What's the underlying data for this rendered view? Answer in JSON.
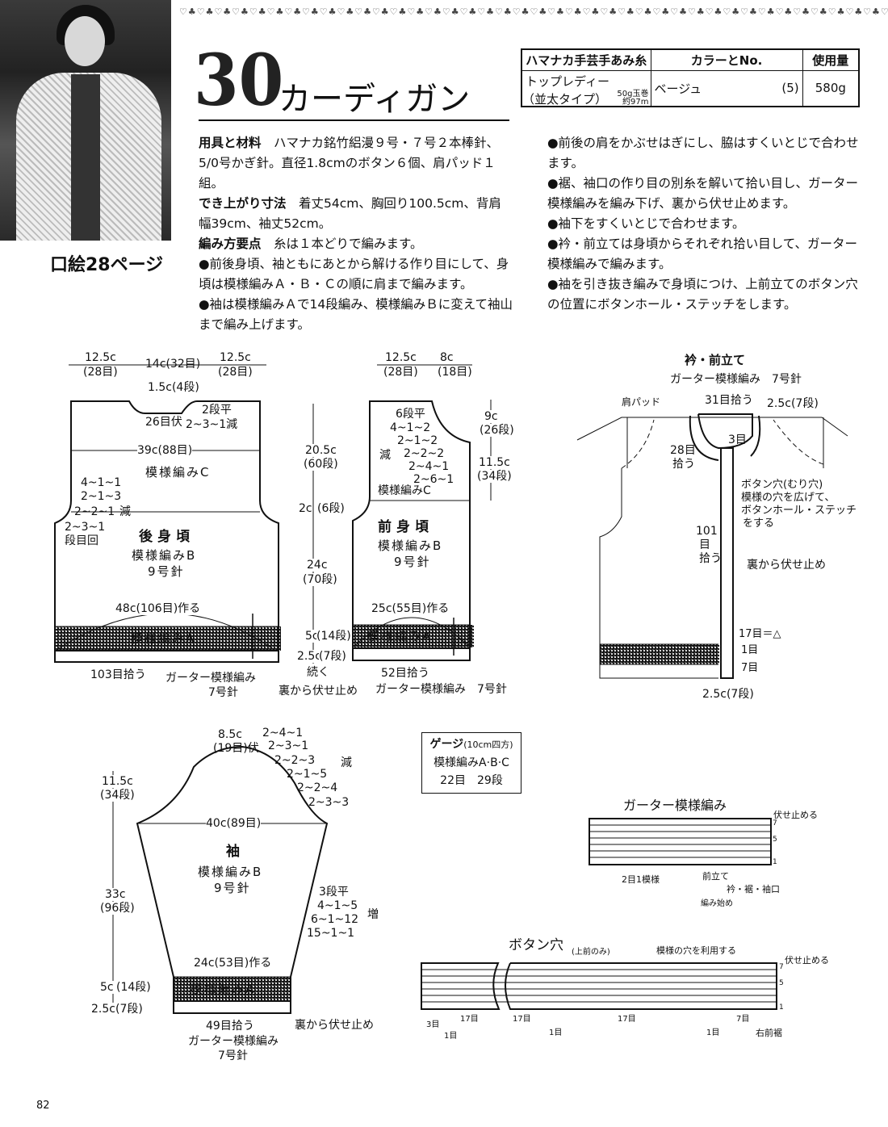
{
  "header": {
    "number": "30",
    "title": "カーディガン",
    "decoration": "♡♣♡♣♡♣♡♣♡♣♡♣♡♣♡♣♡♣♡♣♡♣♡♣♡♣♡♣♡♣♡♣♡♣♡♣♡♣♡♣♡♣♡♣♡♣♡♣♡♣♡♣♡♣♡♣♡♣♡♣♡♣♡♣♡♣♡♣♡♣♡♣♡♣♡♣♡♣♡♣♡♣"
  },
  "photo_caption": "口絵28ページ",
  "yarn_table": {
    "headers": [
      "ハマナカ手芸手あみ糸",
      "カラーとNo.",
      "使用量"
    ],
    "row": {
      "yarn": "トップレディー",
      "type": "（並太タイプ）",
      "ball": "50g玉巻",
      "length": "約97m",
      "color": "ベージュ",
      "color_no": "(5)",
      "amount": "580g"
    }
  },
  "instructions": {
    "tools_label": "用具と材料",
    "tools": "ハマナカ銘竹絽漫９号・７号２本棒針、5/0号かぎ針。直径1.8cmのボタン６個、肩パッド１組。",
    "size_label": "でき上がり寸法",
    "size": "着丈54cm、胸回り100.5cm、背肩幅39cm、袖丈52cm。",
    "points_label": "編み方要点",
    "points": "糸は１本どりで編みます。",
    "bullets": [
      "●前後身頃、袖ともにあとから解ける作り目にして、身頃は模様編みＡ・Ｂ・Ｃの順に肩まで編みます。",
      "●袖は模様編みＡで14段編み、模様編みＢに変えて袖山まで編み上げます。",
      "●前後の肩をかぶせはぎにし、脇はすくいとじで合わせます。",
      "●裾、袖口の作り目の別糸を解いて拾い目し、ガーター模様編みを編み下げ、裏から伏せ止めます。",
      "●袖下をすくいとじで合わせます。",
      "●衿・前立ては身頃からそれぞれ拾い目して、ガーター模様編みで編みます。",
      "●袖を引き抜き編みで身頃につけ、上前立てのボタン穴の位置にボタンホール・ステッチをします。"
    ]
  },
  "back": {
    "labels": [
      "12.5c",
      "(28目)",
      "14c(32目)",
      "12.5c",
      "(28目)",
      "1.5c(4段)",
      "26目伏",
      "2段平",
      "2~3~1減",
      "39c(88目)",
      "模様編みC",
      "4~1~1",
      "2~1~3",
      "2~2~1",
      "2~3~1",
      "減",
      "段目回",
      "後身頃",
      "模様編みB",
      "9号針",
      "48c(106目)作る",
      "模様編みA",
      "103目拾う",
      "ガーター模様編み",
      "7号針"
    ]
  },
  "center": {
    "labels": [
      "20.5c",
      "(60段)",
      "2c",
      "(6段)",
      "24c",
      "(70段)",
      "5c",
      "(14段)",
      "2.5c",
      "(7段)",
      "続く",
      "裏から伏せ止め"
    ]
  },
  "front": {
    "labels": [
      "12.5c",
      "(28目)",
      "8c",
      "(18目)",
      "6段平",
      "4~1~2",
      "2~1~2",
      "2~2~2",
      "2~4~1",
      "2~6~1",
      "減",
      "9c",
      "(26段)",
      "11.5c",
      "(34段)",
      "模様編みC",
      "前身頃",
      "模様編みB",
      "9号針",
      "25c(55目)作る",
      "模様編みA",
      "52目拾う",
      "ガーター模様編み　7号針"
    ]
  },
  "collar": {
    "labels": [
      "衿・前立て",
      "ガーター模様編み　7号針",
      "肩パッド",
      "31目拾う",
      "2.5c(7段)",
      "3目",
      "28目",
      "拾う",
      "ボタン穴(むり穴)",
      "模様の穴を広げて、",
      "ボタンホール・ステッチ",
      "をする",
      "101",
      "目",
      "拾う",
      "裏から伏せ止め",
      "17目＝△",
      "1目",
      "7目",
      "2.5c(7段)"
    ]
  },
  "sleeve": {
    "labels": [
      "8.5c",
      "(19目)伏",
      "2~4~1",
      "2~3~1",
      "2~2~3",
      "2~1~5",
      "2~2~4",
      "2~3~3",
      "減",
      "11.5c",
      "(34段)",
      "40c(89目)",
      "袖",
      "模様編みB",
      "9号針",
      "33c",
      "(96段)",
      "3段平",
      "4~1~5",
      "6~1~12",
      "15~1~1",
      "増",
      "24c(53目)作る",
      "模様編みA",
      "5c",
      "(14段)",
      "2.5c",
      "(7段)",
      "49目拾う",
      "ガーター模様編み",
      "7号針",
      "裏から伏せ止め"
    ]
  },
  "gauge": {
    "title": "ゲージ",
    "unit": "(10cm四方)",
    "pattern": "模様編みA·B·C",
    "stitches": "22目",
    "rows": "29段"
  },
  "garter_chart": {
    "title": "ガーター模様編み",
    "bind_off": "伏せ止める",
    "row_top": "7",
    "row_mid": "5",
    "row_bottom": "1",
    "repeat": "2目1模様",
    "front_band": "前立て",
    "edges": "衿・裾・袖口",
    "start": "編み始め"
  },
  "buttonhole_chart": {
    "title": "ボタン穴",
    "note": "(上前のみ)",
    "use_holes": "模様の穴を利用する",
    "bind_off": "伏せ止める",
    "row_top": "7",
    "row_mid": "5",
    "row_bottom": "1",
    "counts": [
      "3目",
      "1目",
      "17目",
      "17目",
      "1目",
      "17目",
      "1目",
      "7目"
    ],
    "edge": "右前裾"
  },
  "page_number": "82"
}
